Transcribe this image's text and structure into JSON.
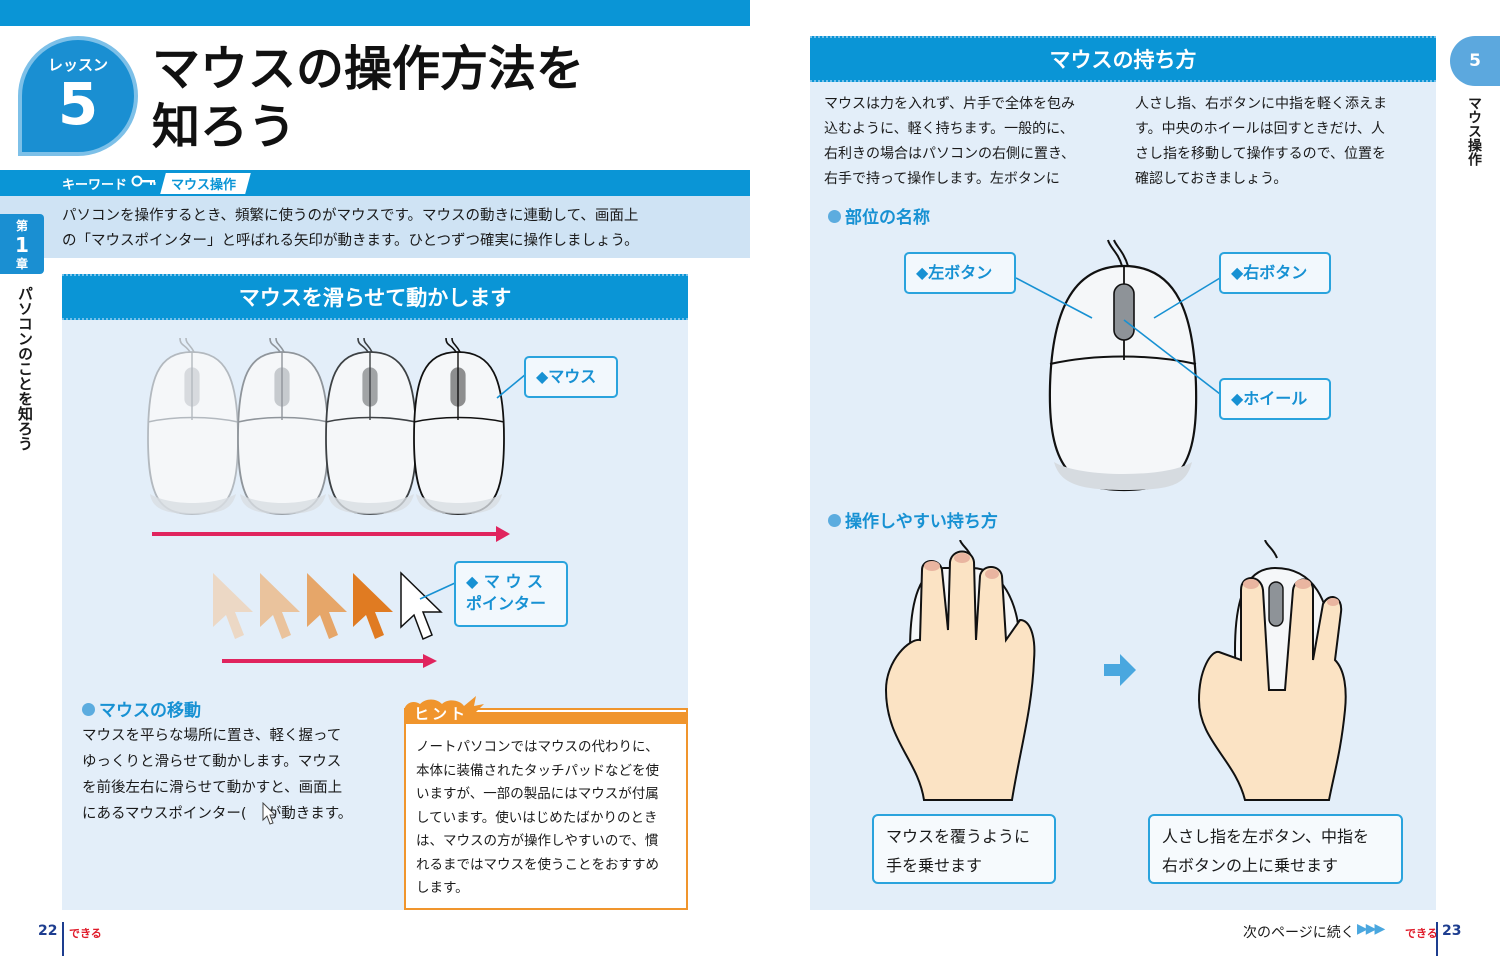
{
  "left_page": {
    "lesson_label": "レッスン",
    "lesson_number": "5",
    "title_line1": "マウスの操作方法を",
    "title_line2": "知ろう",
    "keyword_label": "キーワード",
    "keyword_icon": "key-icon",
    "keyword_value": "マウス操作",
    "intro_line1": "パソコンを操作するとき、頻繁に使うのがマウスです。マウスの動きに連動して、画面上",
    "intro_line2": "の「マウスポインター」と呼ばれる矢印が動きます。ひとつずつ確実に操作しましょう。",
    "chapter": {
      "prefix": "第",
      "number": "1",
      "suffix": "章",
      "title": "パソコンのことを知ろう"
    },
    "panel": {
      "heading": "マウスを滑らせて動かします",
      "callout_mouse": "◆マウス",
      "callout_pointer_line1": "◆ マ ウ ス",
      "callout_pointer_line2": "ポインター",
      "subsection_heading": "マウスの移動",
      "subsection_lines": [
        "マウスを平らな場所に置き、軽く握って",
        "ゆっくりと滑らせて動かします。マウス",
        "を前後左右に滑らせて動かすと、画面上",
        "にあるマウスポインター(　)が動きます。"
      ]
    },
    "hint": {
      "label": "ヒント",
      "lines": [
        "ノートパソコンではマウスの代わりに、",
        "本体に装備されたタッチパッドなどを使",
        "いますが、一部の製品にはマウスが付属",
        "しています。使いはじめたばかりのとき",
        "は、マウスの方が操作しやすいので、慣",
        "れるまではマウスを使うことをおすすめ",
        "します。"
      ]
    },
    "folio": {
      "page_number": "22",
      "brand": "できる"
    }
  },
  "right_page": {
    "panel": {
      "heading": "マウスの持ち方",
      "col1_lines": [
        "マウスは力を入れず、片手で全体を包み",
        "込むように、軽く持ちます。一般的に、",
        "右利きの場合はパソコンの右側に置き、",
        "右手で持って操作します。左ボタンに"
      ],
      "col2_lines": [
        "人さし指、右ボタンに中指を軽く添えま",
        "す。中央のホイールは回すときだけ、人",
        "さし指を移動して操作するので、位置を",
        "確認しておきましょう。"
      ],
      "parts_heading": "部位の名称",
      "parts": {
        "left_button": "◆左ボタン",
        "right_button": "◆右ボタン",
        "wheel": "◆ホイール"
      },
      "grip_heading": "操作しやすい持ち方",
      "caption_before_line1": "マウスを覆うように",
      "caption_before_line2": "手を乗せます",
      "caption_after_line1": "人さし指を左ボタン、中指を",
      "caption_after_line2": "右ボタンの上に乗せます"
    },
    "side_tab": {
      "number": "5",
      "title": "マウス操作"
    },
    "footer": {
      "continue_text": "次のページに続く",
      "continue_arrows": "▶▶▶",
      "brand": "できる",
      "page_number": "23"
    }
  },
  "colors": {
    "brand_blue": "#0a95d6",
    "panel_bg": "#e3eef9",
    "intro_bg": "#cfe3f4",
    "hint_orange": "#f0952d",
    "motion_arrow": "#e0245e",
    "pointer_orange": "#e07b22",
    "folio_navy": "#1d3d8f",
    "brand_red": "#e01b2a",
    "skin": "#fbe3c4"
  }
}
